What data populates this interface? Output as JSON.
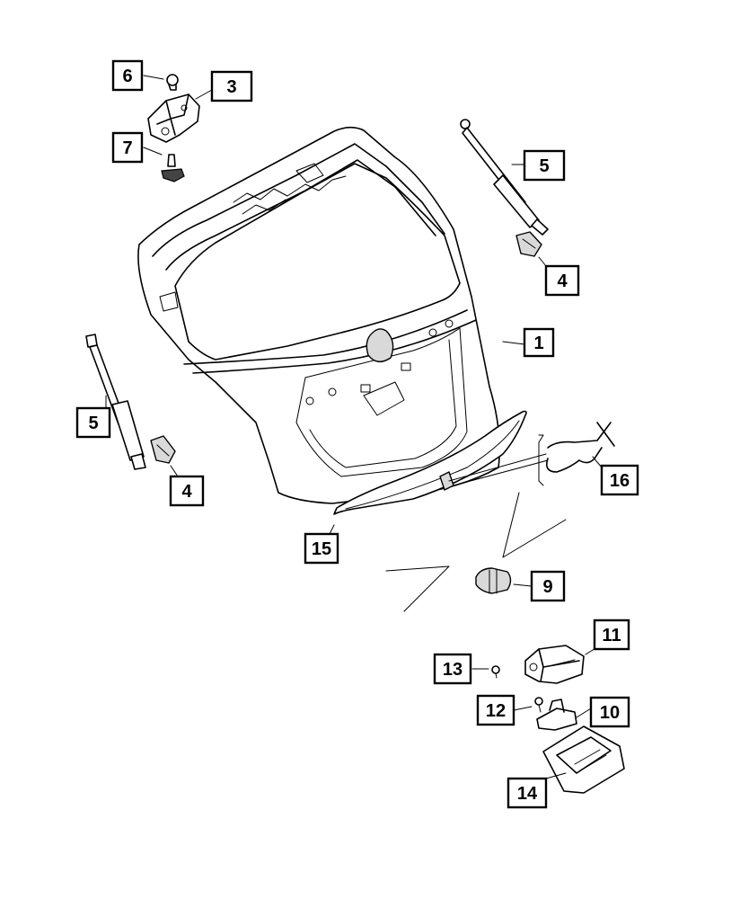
{
  "callouts": [
    {
      "id": "c1",
      "label": "1"
    },
    {
      "id": "c3",
      "label": "3"
    },
    {
      "id": "c4a",
      "label": "4"
    },
    {
      "id": "c4b",
      "label": "4"
    },
    {
      "id": "c5a",
      "label": "5"
    },
    {
      "id": "c5b",
      "label": "5"
    },
    {
      "id": "c6",
      "label": "6"
    },
    {
      "id": "c7",
      "label": "7"
    },
    {
      "id": "c9",
      "label": "9"
    },
    {
      "id": "c10",
      "label": "10"
    },
    {
      "id": "c11",
      "label": "11"
    },
    {
      "id": "c12",
      "label": "12"
    },
    {
      "id": "c13",
      "label": "13"
    },
    {
      "id": "c14",
      "label": "14"
    },
    {
      "id": "c15",
      "label": "15"
    },
    {
      "id": "c16",
      "label": "16"
    }
  ]
}
